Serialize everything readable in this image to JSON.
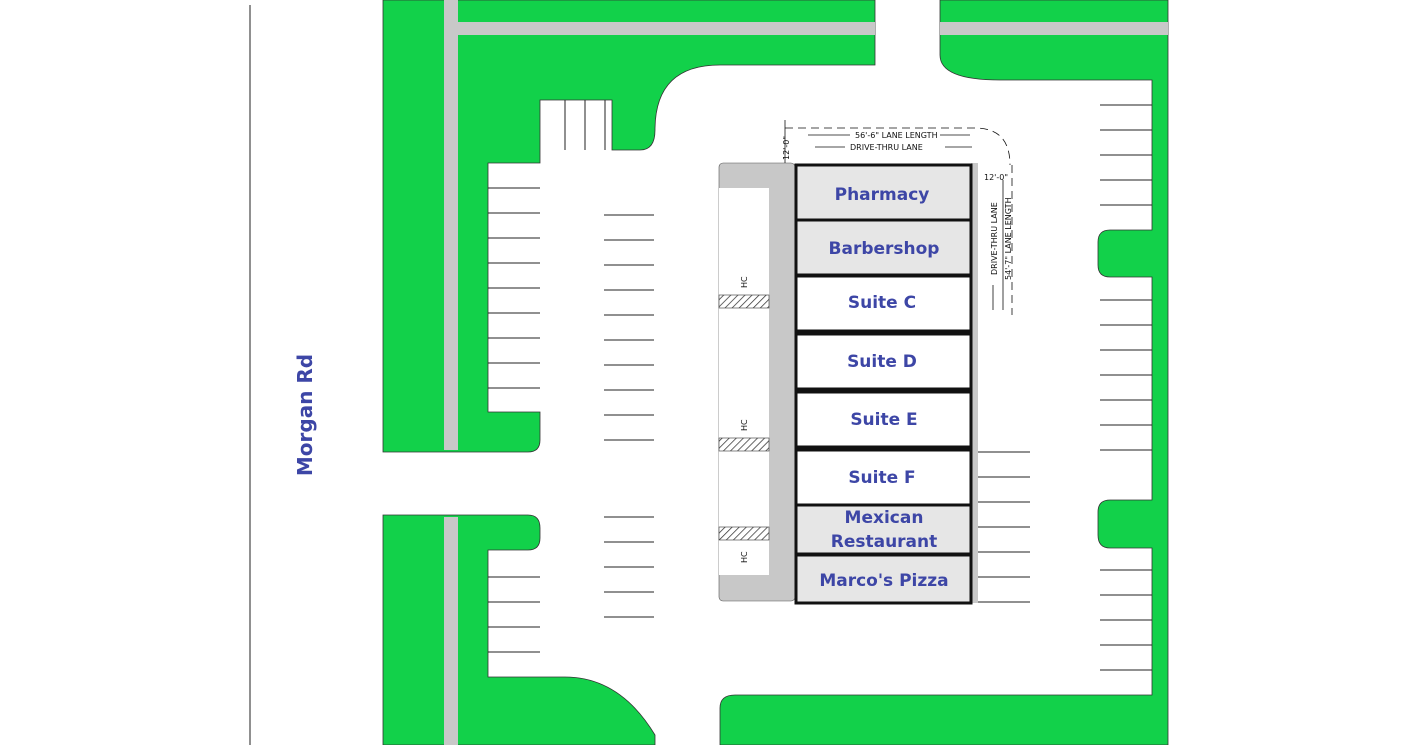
{
  "colors": {
    "landscape": "#12d14a",
    "sidewalk": "#c8c8c8",
    "label": "#3d46a6",
    "occupied_suite": "#e6e6e6",
    "vacant_suite": "#ffffff"
  },
  "road": {
    "name": "Morgan Rd"
  },
  "drive_thru": {
    "top_length": "56'-6\" LANE LENGTH",
    "top_label": "DRIVE-THRU LANE",
    "top_width": "12'-0\"",
    "side_width": "12'-0\"",
    "side_label": "DRIVE-THRU LANE",
    "side_length": "54'-7\" LANE LENGTH"
  },
  "handicap_label": "HC",
  "suites": [
    {
      "name": "Pharmacy",
      "occupied": true
    },
    {
      "name": "Barbershop",
      "occupied": true
    },
    {
      "name": "Suite C",
      "occupied": false
    },
    {
      "name": "Suite D",
      "occupied": false
    },
    {
      "name": "Suite E",
      "occupied": false
    },
    {
      "name": "Suite F",
      "occupied": false
    },
    {
      "name": "Mexican Restaurant",
      "line1": "Mexican",
      "line2": "Restaurant",
      "occupied": true
    },
    {
      "name": "Marco's Pizza",
      "occupied": true
    }
  ]
}
